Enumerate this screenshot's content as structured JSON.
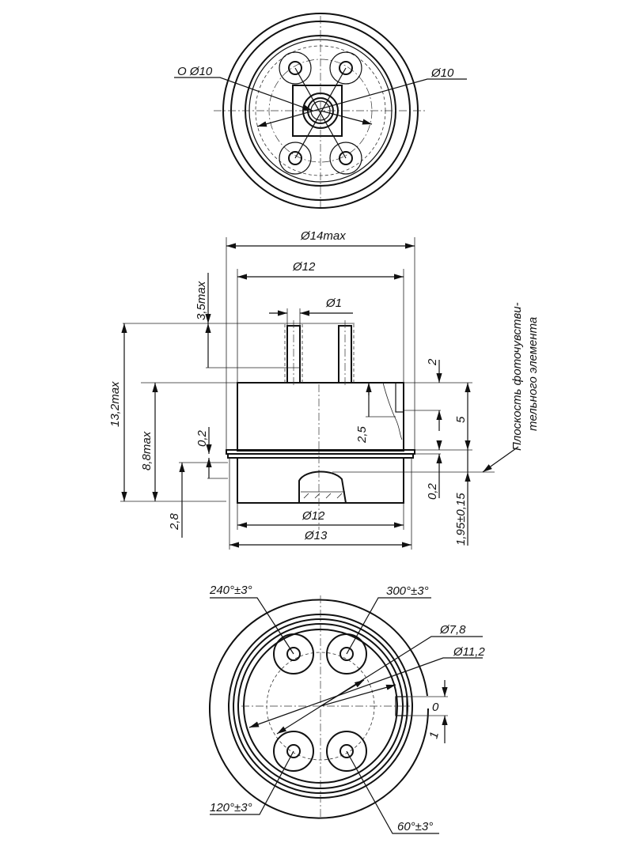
{
  "top_view": {
    "label_left": "O Ø10",
    "label_right": "Ø10"
  },
  "side_view": {
    "dia_14max": "Ø14max",
    "dia_12_top": "Ø12",
    "dia_1": "Ø1",
    "h_3_5max": "3,5max",
    "h_13_2max": "13,2max",
    "h_8_8max": "8,8max",
    "h_0_2_left": "0,2",
    "h_2_8": "2,8",
    "h_2": "2",
    "h_2_5": "2,5",
    "h_5": "5",
    "h_0_2_right": "0,2",
    "h_1_95": "1,95±0,15",
    "dia_12_bottom": "Ø12",
    "dia_13": "Ø13",
    "plane_note_line1": "Плоскость фоточувстви-",
    "plane_note_line2": "тельного элемента"
  },
  "bottom_view": {
    "angle_240": "240°±3°",
    "angle_300": "300°±3°",
    "angle_120": "120°±3°",
    "angle_60": "60°±3°",
    "dia_7_8": "Ø7,8",
    "dia_11_2": "Ø11,2",
    "zero_mark": "0",
    "key_1": "1"
  }
}
